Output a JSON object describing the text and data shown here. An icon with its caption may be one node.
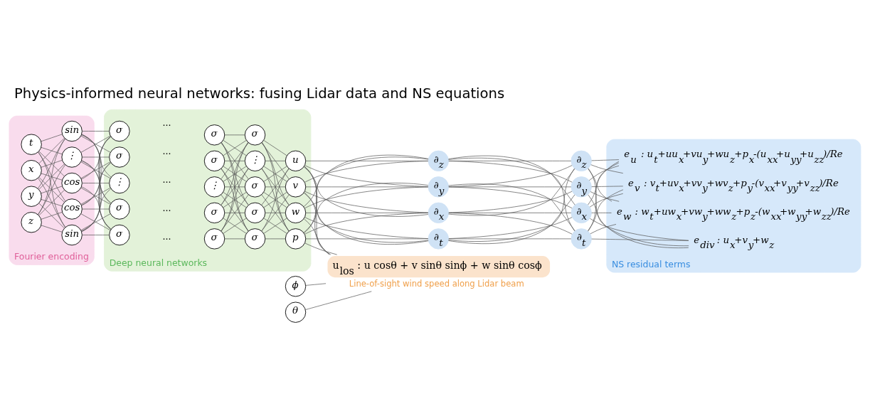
{
  "diagram": {
    "title": "Physics-informed neural networks: fusing Lidar data and NS equations",
    "nodes": [
      {
        "text": [
          "Fourier encoding"
        ]
      },
      {
        "text": [
          "Deep neural networks"
        ]
      },
      {
        "text": [
          "θ"
        ]
      },
      {
        "text": [
          "ϕ"
        ]
      },
      {
        "text": [
          "u$_{los}$ : u cosθ + v sinθ sinϕ + w sinθ cosϕ"
        ],
        "beside": [
          "Line-of-sight wind speed along Lidar beam"
        ]
      },
      {
        "text": [
          "NS residual terms"
        ]
      },
      {
        "text": [
          "t"
        ],
        "in": 0
      },
      {
        "text": [
          "x"
        ],
        "in": 0
      },
      {
        "text": [
          "y"
        ],
        "in": 0
      },
      {
        "text": [
          "z"
        ],
        "in": 0
      },
      {
        "text": [
          "sin"
        ],
        "in": 0
      },
      {
        "text": [
          "sin"
        ],
        "in": 0
      },
      {
        "text": [
          "⋮"
        ],
        "in": 0
      },
      {
        "text": [
          "cos"
        ],
        "in": 0
      },
      {
        "text": [
          "cos"
        ],
        "in": 0
      },
      {
        "text": [
          "σ"
        ],
        "in": 1
      },
      {
        "text": [
          "σ"
        ],
        "in": 1
      },
      {
        "text": [
          "⋮"
        ],
        "in": 1
      },
      {
        "text": [
          "σ"
        ],
        "in": 1
      },
      {
        "text": [
          "σ"
        ],
        "in": 1
      },
      {
        "text": [
          "σ"
        ],
        "in": 1
      },
      {
        "text": [
          "σ"
        ],
        "in": 1
      },
      {
        "text": [
          "⋮"
        ],
        "in": 1
      },
      {
        "text": [
          "σ"
        ],
        "in": 1
      },
      {
        "text": [
          "σ"
        ],
        "in": 1
      },
      {
        "text": [
          "σ"
        ],
        "in": 1
      },
      {
        "text": [
          "σ"
        ],
        "in": 1
      },
      {
        "text": [
          "⋮"
        ],
        "in": 1
      },
      {
        "text": [
          "σ"
        ],
        "in": 1
      },
      {
        "text": [
          "σ"
        ],
        "in": 1
      },
      {
        "text": [
          "u"
        ],
        "in": 1
      },
      {
        "text": [
          "v"
        ],
        "in": 1
      },
      {
        "text": [
          "w"
        ],
        "in": 1
      },
      {
        "text": [
          "p"
        ],
        "in": 1
      },
      {
        "text": [
          "∂$_{t}$"
        ]
      },
      {
        "text": [
          "∂$_{x}$"
        ]
      },
      {
        "text": [
          "∂$_{y}$"
        ]
      },
      {
        "text": [
          "∂$_{z}$"
        ]
      },
      {
        "text": [
          "∂$_{t}$"
        ]
      },
      {
        "text": [
          "∂$_{x}$"
        ]
      },
      {
        "text": [
          "∂$_{y}$"
        ]
      },
      {
        "text": [
          "∂$_{z}$"
        ]
      },
      {
        "text": [
          "e$_{u}$ : u$_{t}$+uu$_{x}$+vu$_{y}$+wu$_{z}$+p$_{x}$-(u$_{xx}$+u$_{yy}$+u$_{zz}$)/Re"
        ],
        "in": 5
      },
      {
        "text": [
          "e$_{v}$ : v$_{t}$+uv$_{x}$+vv$_{y}$+wv$_{z}$+p$_{y}$-(v$_{xx}$+v$_{yy}$+v$_{zz}$)/Re"
        ],
        "in": 5
      },
      {
        "text": [
          "e$_{w}$ : w$_{t}$+uw$_{x}$+vw$_{y}$+ww$_{z}$+p$_{z}$-(w$_{xx}$+w$_{yy}$+w$_{zz}$)/Re"
        ],
        "in": 5
      },
      {
        "text": [
          "e$_{div}$ : u$_{x}$+v$_{y}$+w$_{z}$"
        ],
        "in": 5
      }
    ],
    "edges": [
      {
        "from": 6,
        "to": 10,
        "arrow": "none"
      },
      {
        "from": 6,
        "to": 11,
        "arrow": "none"
      },
      {
        "from": 6,
        "to": 12,
        "arrow": "none"
      },
      {
        "from": 6,
        "to": 13,
        "arrow": "none"
      },
      {
        "from": 6,
        "to": 14,
        "arrow": "none"
      },
      {
        "from": 7,
        "to": 10,
        "arrow": "none"
      },
      {
        "from": 7,
        "to": 11,
        "arrow": "none"
      },
      {
        "from": 7,
        "to": 12,
        "arrow": "none"
      },
      {
        "from": 7,
        "to": 13,
        "arrow": "none"
      },
      {
        "from": 7,
        "to": 14,
        "arrow": "none"
      },
      {
        "from": 8,
        "to": 10,
        "arrow": "none"
      },
      {
        "from": 8,
        "to": 11,
        "arrow": "none"
      },
      {
        "from": 8,
        "to": 12,
        "arrow": "none"
      },
      {
        "from": 8,
        "to": 13,
        "arrow": "none"
      },
      {
        "from": 8,
        "to": 14,
        "arrow": "none"
      },
      {
        "from": 9,
        "to": 10,
        "arrow": "none"
      },
      {
        "from": 9,
        "to": 11,
        "arrow": "none"
      },
      {
        "from": 9,
        "to": 12,
        "arrow": "none"
      },
      {
        "from": 9,
        "to": 13,
        "arrow": "none"
      },
      {
        "from": 9,
        "to": 14,
        "arrow": "none"
      },
      {
        "from": 10,
        "to": 15,
        "arrow": "none"
      },
      {
        "from": 10,
        "to": 16,
        "arrow": "none"
      },
      {
        "from": 10,
        "to": 17,
        "arrow": "none"
      },
      {
        "from": 10,
        "to": 18,
        "arrow": "none"
      },
      {
        "from": 10,
        "to": 19,
        "arrow": "none"
      },
      {
        "from": 11,
        "to": 15,
        "arrow": "none"
      },
      {
        "from": 11,
        "to": 16,
        "arrow": "none"
      },
      {
        "from": 11,
        "to": 17,
        "arrow": "none"
      },
      {
        "from": 11,
        "to": 18,
        "arrow": "none"
      },
      {
        "from": 11,
        "to": 19,
        "arrow": "none"
      },
      {
        "from": 12,
        "to": 15,
        "arrow": "none"
      },
      {
        "from": 12,
        "to": 16,
        "arrow": "none"
      },
      {
        "from": 12,
        "to": 17,
        "arrow": "none"
      },
      {
        "from": 12,
        "to": 18,
        "arrow": "none"
      },
      {
        "from": 12,
        "to": 19,
        "arrow": "none"
      },
      {
        "from": 13,
        "to": 15,
        "arrow": "none"
      },
      {
        "from": 13,
        "to": 16,
        "arrow": "none"
      },
      {
        "from": 13,
        "to": 17,
        "arrow": "none"
      },
      {
        "from": 13,
        "to": 18,
        "arrow": "none"
      },
      {
        "from": 13,
        "to": 19,
        "arrow": "none"
      },
      {
        "from": 14,
        "to": 15,
        "arrow": "none"
      },
      {
        "from": 14,
        "to": 16,
        "arrow": "none"
      },
      {
        "from": 14,
        "to": 17,
        "arrow": "none"
      },
      {
        "from": 14,
        "to": 18,
        "arrow": "none"
      },
      {
        "from": 14,
        "to": 19,
        "arrow": "none"
      },
      {
        "from": 20,
        "to": 25,
        "arrow": "none"
      },
      {
        "from": 20,
        "to": 26,
        "arrow": "none"
      },
      {
        "from": 20,
        "to": 27,
        "arrow": "none"
      },
      {
        "from": 20,
        "to": 28,
        "arrow": "none"
      },
      {
        "from": 20,
        "to": 29,
        "arrow": "none"
      },
      {
        "from": 21,
        "to": 25,
        "arrow": "none"
      },
      {
        "from": 21,
        "to": 26,
        "arrow": "none"
      },
      {
        "from": 21,
        "to": 27,
        "arrow": "none"
      },
      {
        "from": 21,
        "to": 28,
        "arrow": "none"
      },
      {
        "from": 21,
        "to": 29,
        "arrow": "none"
      },
      {
        "from": 22,
        "to": 25,
        "arrow": "none"
      },
      {
        "from": 22,
        "to": 26,
        "arrow": "none"
      },
      {
        "from": 22,
        "to": 27,
        "arrow": "none"
      },
      {
        "from": 22,
        "to": 28,
        "arrow": "none"
      },
      {
        "from": 22,
        "to": 29,
        "arrow": "none"
      },
      {
        "from": 23,
        "to": 25,
        "arrow": "none"
      },
      {
        "from": 23,
        "to": 26,
        "arrow": "none"
      },
      {
        "from": 23,
        "to": 27,
        "arrow": "none"
      },
      {
        "from": 23,
        "to": 28,
        "arrow": "none"
      },
      {
        "from": 23,
        "to": 29,
        "arrow": "none"
      },
      {
        "from": 24,
        "to": 25,
        "arrow": "none"
      },
      {
        "from": 24,
        "to": 26,
        "arrow": "none"
      },
      {
        "from": 24,
        "to": 27,
        "arrow": "none"
      },
      {
        "from": 24,
        "to": 28,
        "arrow": "none"
      },
      {
        "from": 24,
        "to": 29,
        "arrow": "none"
      },
      {
        "from": 25,
        "to": 30,
        "arrow": "none"
      },
      {
        "from": 25,
        "to": 31,
        "arrow": "none"
      },
      {
        "from": 25,
        "to": 32,
        "arrow": "none"
      },
      {
        "from": 25,
        "to": 33,
        "arrow": "none"
      },
      {
        "from": 26,
        "to": 30,
        "arrow": "none"
      },
      {
        "from": 26,
        "to": 31,
        "arrow": "none"
      },
      {
        "from": 26,
        "to": 32,
        "arrow": "none"
      },
      {
        "from": 26,
        "to": 33,
        "arrow": "none"
      },
      {
        "from": 27,
        "to": 30,
        "arrow": "none"
      },
      {
        "from": 27,
        "to": 31,
        "arrow": "none"
      },
      {
        "from": 27,
        "to": 32,
        "arrow": "none"
      },
      {
        "from": 27,
        "to": 33,
        "arrow": "none"
      },
      {
        "from": 28,
        "to": 30,
        "arrow": "none"
      },
      {
        "from": 28,
        "to": 31,
        "arrow": "none"
      },
      {
        "from": 28,
        "to": 32,
        "arrow": "none"
      },
      {
        "from": 28,
        "to": 33,
        "arrow": "none"
      },
      {
        "from": 29,
        "to": 30,
        "arrow": "none"
      },
      {
        "from": 29,
        "to": 31,
        "arrow": "none"
      },
      {
        "from": 29,
        "to": 32,
        "arrow": "none"
      },
      {
        "from": 29,
        "to": 33,
        "arrow": "none"
      },
      {
        "from": 2,
        "to": 4,
        "arrow": "none"
      },
      {
        "from": 3,
        "to": 4,
        "arrow": "none"
      },
      {
        "from": 30,
        "to": 4,
        "arrow": "none"
      },
      {
        "from": 31,
        "to": 4,
        "arrow": "none"
      },
      {
        "from": 32,
        "to": 4,
        "arrow": "none"
      },
      {
        "from": 33,
        "to": 4,
        "arrow": "none"
      },
      {
        "from": 30,
        "to": 34,
        "arrow": "none"
      },
      {
        "from": 30,
        "to": 35,
        "arrow": "none"
      },
      {
        "from": 30,
        "to": 36,
        "arrow": "none"
      },
      {
        "from": 30,
        "to": 37,
        "arrow": "none"
      },
      {
        "from": 31,
        "to": 34,
        "arrow": "none"
      },
      {
        "from": 31,
        "to": 35,
        "arrow": "none"
      },
      {
        "from": 31,
        "to": 36,
        "arrow": "none"
      },
      {
        "from": 31,
        "to": 37,
        "arrow": "none"
      },
      {
        "from": 32,
        "to": 34,
        "arrow": "none"
      },
      {
        "from": 32,
        "to": 35,
        "arrow": "none"
      },
      {
        "from": 32,
        "to": 36,
        "arrow": "none"
      },
      {
        "from": 32,
        "to": 37,
        "arrow": "none"
      },
      {
        "from": 33,
        "to": 34,
        "arrow": "none"
      },
      {
        "from": 33,
        "to": 35,
        "arrow": "none"
      },
      {
        "from": 33,
        "to": 36,
        "arrow": "none"
      },
      {
        "from": 33,
        "to": 37,
        "arrow": "none"
      },
      {
        "from": 34,
        "to": 38,
        "arrow": "none"
      },
      {
        "from": 34,
        "to": 39,
        "arrow": "none"
      },
      {
        "from": 34,
        "to": 40,
        "arrow": "none"
      },
      {
        "from": 34,
        "to": 41,
        "arrow": "none"
      },
      {
        "from": 35,
        "to": 38,
        "arrow": "none"
      },
      {
        "from": 35,
        "to": 39,
        "arrow": "none"
      },
      {
        "from": 35,
        "to": 40,
        "arrow": "none"
      },
      {
        "from": 35,
        "to": 41,
        "arrow": "none"
      },
      {
        "from": 36,
        "to": 38,
        "arrow": "none"
      },
      {
        "from": 36,
        "to": 39,
        "arrow": "none"
      },
      {
        "from": 36,
        "to": 40,
        "arrow": "none"
      },
      {
        "from": 36,
        "to": 41,
        "arrow": "none"
      },
      {
        "from": 37,
        "to": 38,
        "arrow": "none"
      },
      {
        "from": 37,
        "to": 39,
        "arrow": "none"
      },
      {
        "from": 37,
        "to": 40,
        "arrow": "none"
      },
      {
        "from": 37,
        "to": 41,
        "arrow": "none"
      },
      {
        "from": 38,
        "to": 42,
        "arrow": "none"
      },
      {
        "from": 38,
        "to": 43,
        "arrow": "none"
      },
      {
        "from": 38,
        "to": 44,
        "arrow": "none"
      },
      {
        "from": 38,
        "to": 45,
        "arrow": "none"
      },
      {
        "from": 39,
        "to": 42,
        "arrow": "none"
      },
      {
        "from": 39,
        "to": 43,
        "arrow": "none"
      },
      {
        "from": 39,
        "to": 44,
        "arrow": "none"
      },
      {
        "from": 39,
        "to": 45,
        "arrow": "none"
      },
      {
        "from": 40,
        "to": 42,
        "arrow": "none"
      },
      {
        "from": 40,
        "to": 43,
        "arrow": "none"
      },
      {
        "from": 40,
        "to": 44,
        "arrow": "none"
      },
      {
        "from": 40,
        "to": 45,
        "arrow": "none"
      },
      {
        "from": 41,
        "to": 42,
        "arrow": "none"
      },
      {
        "from": 41,
        "to": 43,
        "arrow": "none"
      },
      {
        "from": 41,
        "to": 44,
        "arrow": "none"
      },
      {
        "from": 41,
        "to": 45,
        "arrow": "none"
      }
    ],
    "labels": [
      "···",
      "···",
      "···",
      "···",
      "···"
    ]
  }
}
